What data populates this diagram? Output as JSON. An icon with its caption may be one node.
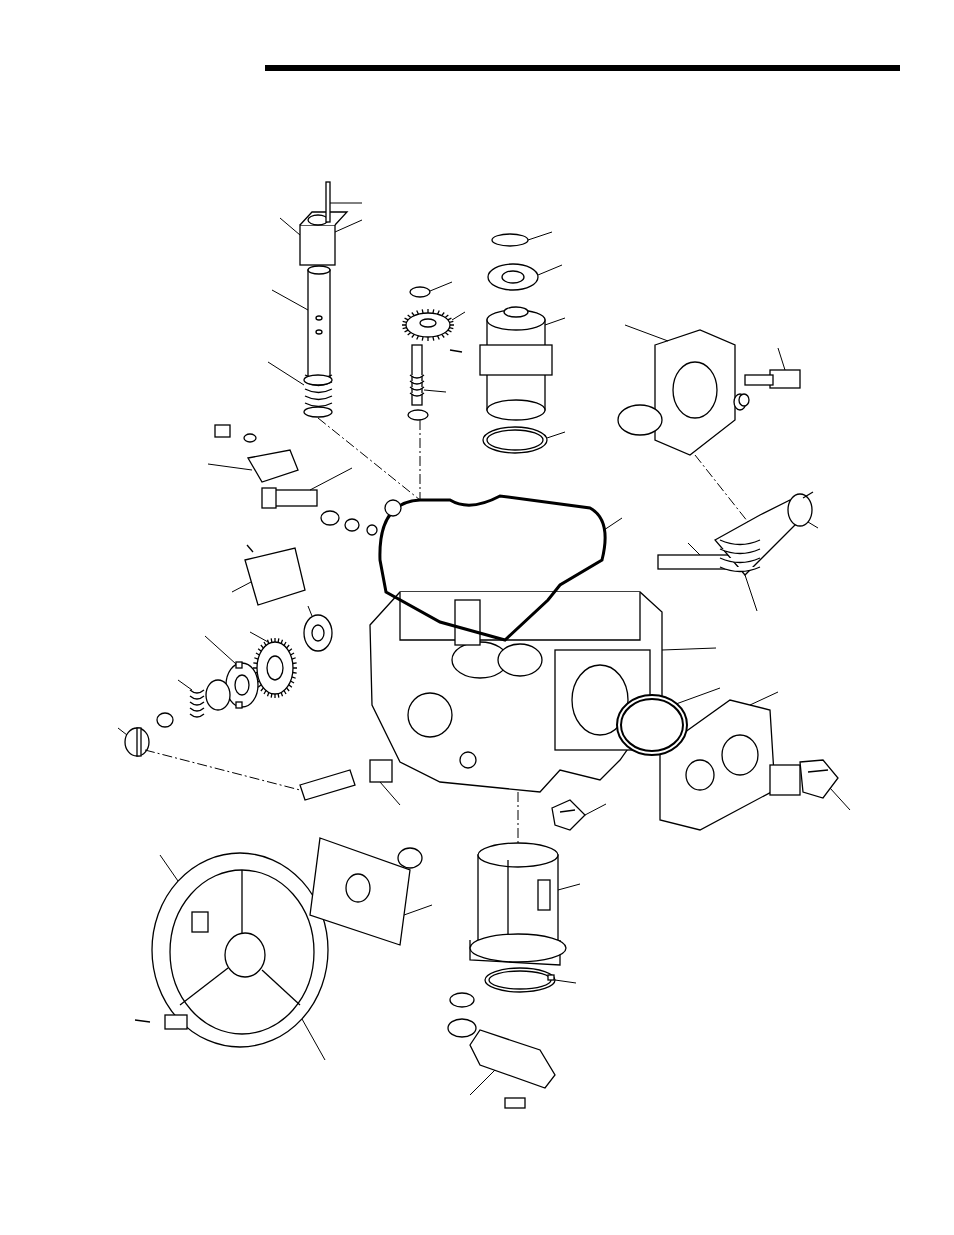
{
  "diagram": {
    "nodes": [
      {
        "text": [],
        "shape": "picture"
      },
      {
        "text": [],
        "shape": "picture"
      },
      {
        "text": [],
        "shape": "picture"
      },
      {
        "text": [],
        "shape": "picture"
      },
      {
        "text": [],
        "shape": "picture"
      },
      {
        "text": [],
        "shape": "picture"
      },
      {
        "text": [],
        "shape": "picture"
      },
      {
        "text": [],
        "shape": "picture"
      },
      {
        "text": [],
        "shape": "picture"
      },
      {
        "text": [],
        "shape": "picture"
      },
      {
        "text": [],
        "shape": "picture"
      },
      {
        "text": [],
        "shape": "picture"
      },
      {
        "text": [],
        "shape": "picture"
      },
      {
        "text": [],
        "shape": "picture"
      },
      {
        "text": [],
        "shape": "picture"
      },
      {
        "text": [],
        "shape": "picture"
      },
      {
        "text": [],
        "shape": "picture"
      },
      {
        "text": [],
        "shape": "picture"
      },
      {
        "text": [],
        "shape": "picture"
      },
      {
        "text": [],
        "shape": "picture"
      },
      {
        "text": [],
        "shape": "picture"
      },
      {
        "text": [],
        "shape": "picture"
      },
      {
        "text": [],
        "shape": "picture"
      },
      {
        "text": [],
        "shape": "picture"
      },
      {
        "text": [],
        "shape": "picture"
      },
      {
        "text": [],
        "shape": "picture"
      },
      {
        "text": [],
        "shape": "picture"
      },
      {
        "text": [],
        "shape": "picture"
      },
      {
        "text": [],
        "shape": "picture"
      },
      {
        "text": [],
        "shape": "picture"
      },
      {
        "text": [],
        "shape": "picture"
      }
    ],
    "edges": [
      {
        "from": null,
        "to": 2,
        "arrow": "none"
      },
      {
        "from": null,
        "to": 2,
        "arrow": "none"
      },
      {
        "from": null,
        "to": 2,
        "arrow": "none"
      },
      {
        "from": null,
        "to": 3,
        "arrow": "none"
      },
      {
        "from": null,
        "to": 4,
        "arrow": "none"
      },
      {
        "from": null,
        "to": 7,
        "arrow": "none"
      },
      {
        "from": null,
        "to": 7,
        "arrow": "none"
      },
      {
        "from": null,
        "to": 10,
        "arrow": "none"
      },
      {
        "from": null,
        "to": 10,
        "arrow": "none"
      },
      {
        "from": null,
        "to": 11,
        "arrow": "none"
      },
      {
        "from": null,
        "to": 8,
        "arrow": "none"
      },
      {
        "from": null,
        "to": 9,
        "arrow": "none"
      },
      {
        "from": null,
        "to": 12,
        "arrow": "none"
      },
      {
        "from": null,
        "to": 13,
        "arrow": "none"
      },
      {
        "from": null,
        "to": 15,
        "arrow": "none"
      },
      {
        "from": null,
        "to": 14,
        "arrow": "none"
      },
      {
        "from": null,
        "to": 0,
        "arrow": "none"
      },
      {
        "from": null,
        "to": 1,
        "arrow": "none"
      },
      {
        "from": null,
        "to": 6,
        "arrow": "none"
      },
      {
        "from": null,
        "to": 6,
        "arrow": "none"
      },
      {
        "from": null,
        "to": 6,
        "arrow": "none"
      },
      {
        "from": null,
        "to": 29,
        "arrow": "none"
      },
      {
        "from": null,
        "to": 28,
        "arrow": "none"
      },
      {
        "from": null,
        "to": 16,
        "arrow": "none"
      },
      {
        "from": null,
        "to": 17,
        "arrow": "none"
      },
      {
        "from": null,
        "to": 18,
        "arrow": "none"
      },
      {
        "from": null,
        "to": 19,
        "arrow": "none"
      },
      {
        "from": null,
        "to": 27,
        "arrow": "none"
      },
      {
        "from": null,
        "to": 5,
        "arrow": "none"
      },
      {
        "from": null,
        "to": 5,
        "arrow": "none"
      },
      {
        "from": null,
        "to": 24,
        "arrow": "none"
      },
      {
        "from": null,
        "to": 26,
        "arrow": "none"
      },
      {
        "from": null,
        "to": 25,
        "arrow": "none"
      },
      {
        "from": null,
        "to": 20,
        "arrow": "none"
      },
      {
        "from": null,
        "to": 21,
        "arrow": "none"
      },
      {
        "from": null,
        "to": 22,
        "arrow": "none"
      },
      {
        "from": null,
        "to": 23,
        "arrow": "none"
      },
      {
        "from": null,
        "to": 30,
        "arrow": "none"
      },
      {
        "from": 4,
        "to": 1,
        "arrow": "none",
        "style": "dashed"
      },
      {
        "from": 11,
        "to": 1,
        "arrow": "none",
        "style": "dashed"
      },
      {
        "from": 0,
        "to": 16,
        "arrow": "none",
        "style": "dashed"
      },
      {
        "from": 12,
        "to": 6,
        "arrow": "none",
        "style": "dashed"
      },
      {
        "from": 23,
        "to": 27,
        "arrow": "none",
        "style": "dashed"
      }
    ]
  }
}
